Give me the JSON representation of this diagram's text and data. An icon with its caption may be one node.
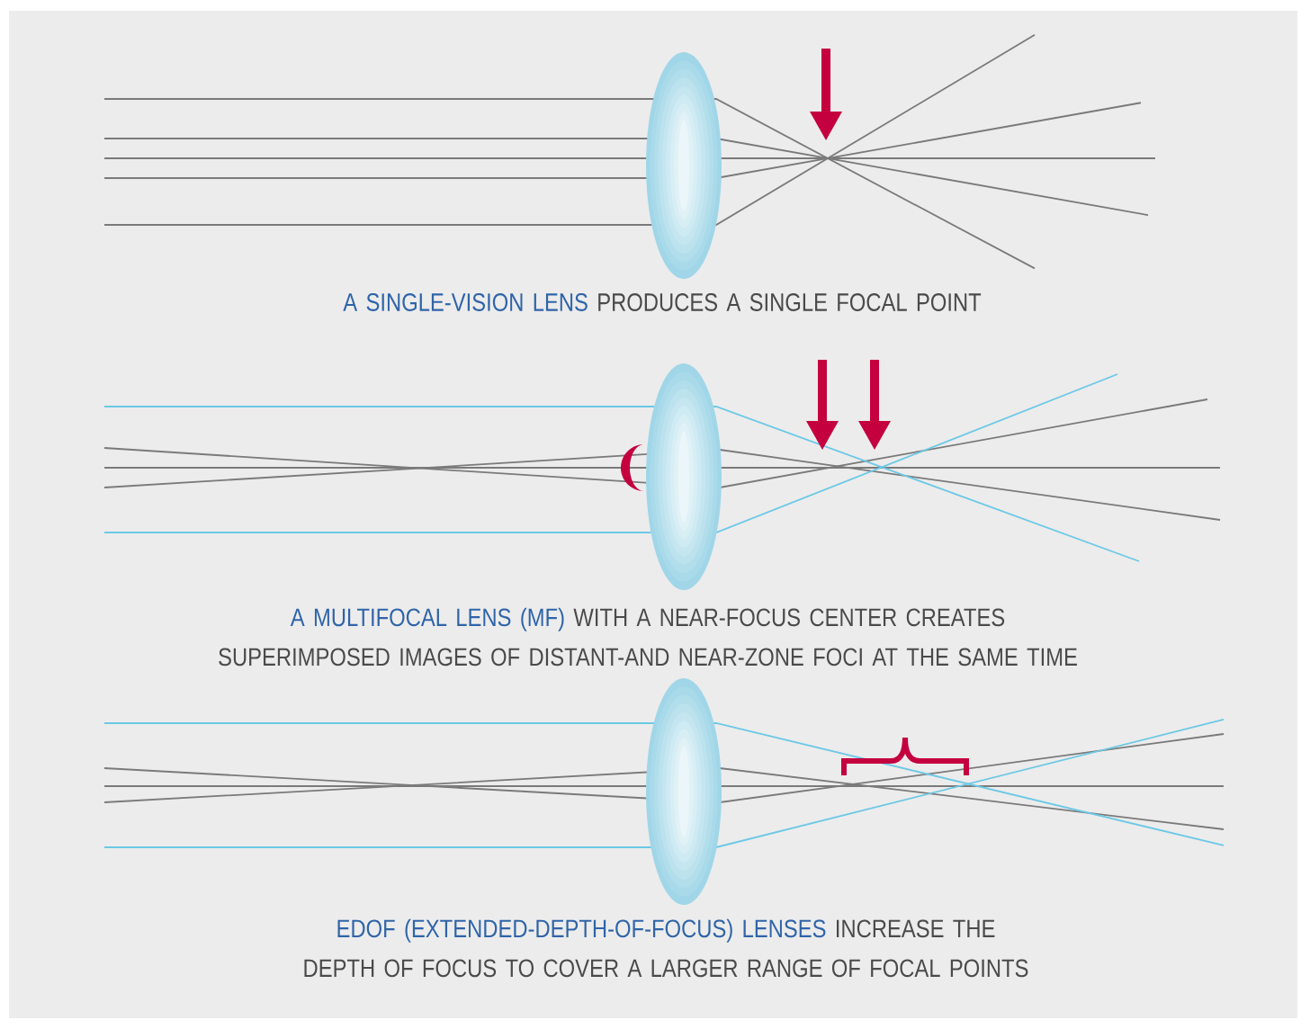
{
  "diagram": {
    "labels": [
      "A SINGLE-VISION LENS",
      "PRODUCES A SINGLE FOCAL POINT",
      "A MULTIFOCAL LENS (MF)",
      "WITH A NEAR-FOCUS CENTER CREATES SUPERIMPOSED IMAGES OF DISTANT-AND NEAR-ZONE FOCI AT THE SAME TIME",
      "EDOF (EXTENDED-DEPTH-OF-FOCUS) LENSES",
      "INCREASE THE DEPTH OF FOCUS TO COVER A LARGER RANGE OF FOCAL POINTS"
    ]
  }
}
